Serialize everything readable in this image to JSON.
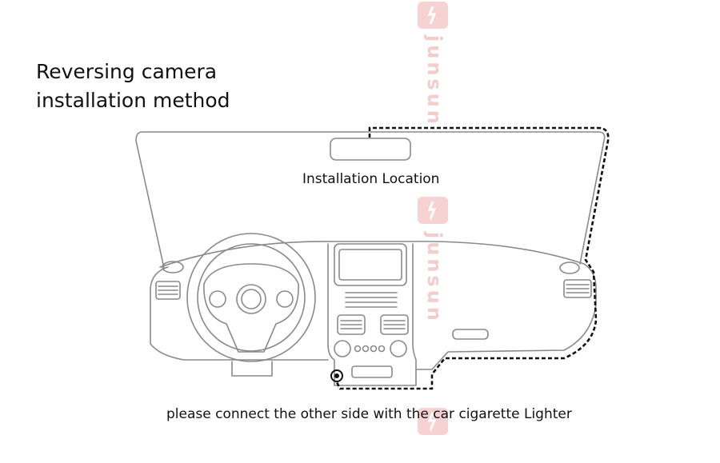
{
  "title": {
    "line1": "Reversing camera",
    "line2": "installation method"
  },
  "labels": {
    "installation_location": "Installation Location",
    "connect_note": "please connect the other side with the car cigarette Lighter"
  },
  "watermark": {
    "text": "junsun",
    "color": "#e05a5a"
  },
  "colors": {
    "line": "#8a8a8a",
    "cable": "#111111"
  }
}
